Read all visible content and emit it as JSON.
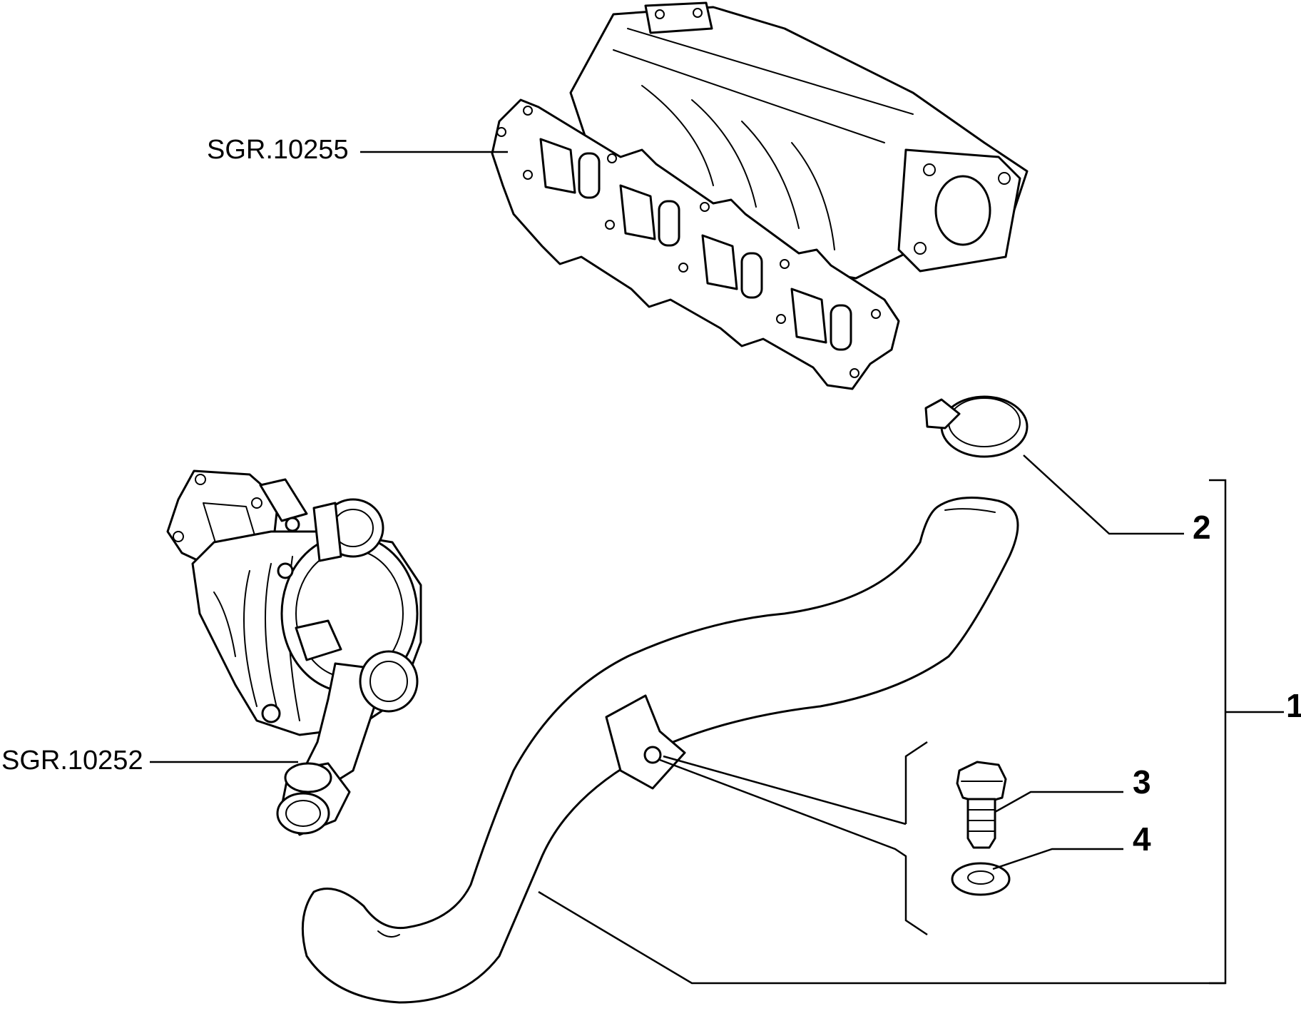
{
  "references": {
    "manifold": "SGR.10255",
    "turbo": "SGR.10252"
  },
  "callouts": {
    "assembly": "1",
    "hose_clamp": "2",
    "bolt": "3",
    "washer": "4"
  }
}
